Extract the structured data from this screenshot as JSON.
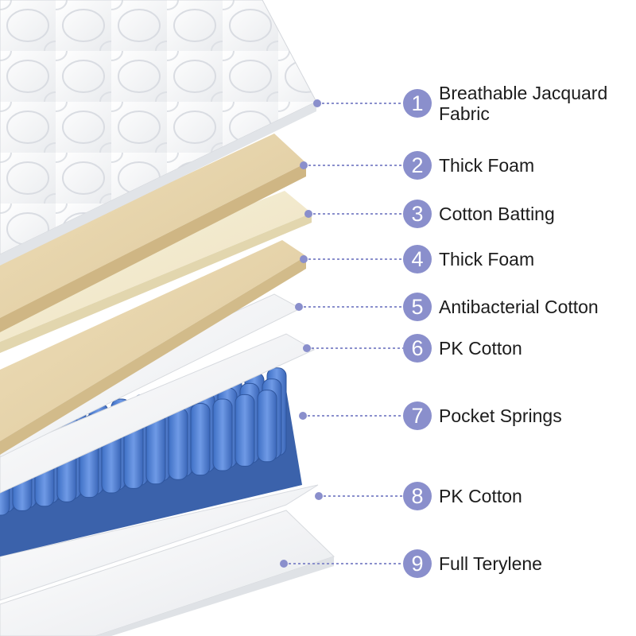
{
  "colors": {
    "badge": "#8a8fcc",
    "leader": "#8a8fcc",
    "fabric": "#f3f4f6",
    "foam": "#e8d6ad",
    "batting": "#f3ebcf",
    "cotton": "#f4f5f7",
    "springs": "#4f82d6"
  },
  "layers": [
    {
      "number": "1",
      "label": "Breathable Jacquard",
      "label_line2": "Fabric"
    },
    {
      "number": "2",
      "label": "Thick Foam"
    },
    {
      "number": "3",
      "label": "Cotton Batting"
    },
    {
      "number": "4",
      "label": "Thick Foam"
    },
    {
      "number": "5",
      "label": "Antibacterial Cotton"
    },
    {
      "number": "6",
      "label": "PK Cotton"
    },
    {
      "number": "7",
      "label": "Pocket Springs"
    },
    {
      "number": "8",
      "label": "PK Cotton"
    },
    {
      "number": "9",
      "label": "Full Terylene"
    }
  ]
}
